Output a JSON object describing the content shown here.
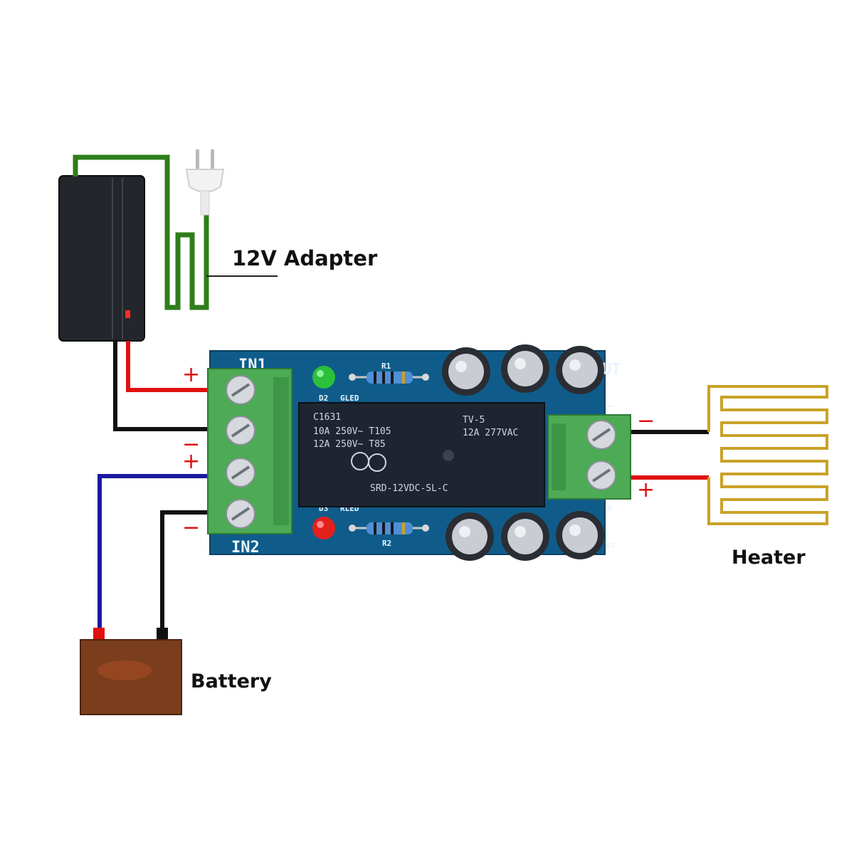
{
  "labels": {
    "adapter": "12V Adapter",
    "heater": "Heater",
    "battery": "Battery"
  },
  "signs": {
    "plus": "+",
    "minus": "−"
  },
  "board": {
    "in1": "IN1",
    "in2": "IN2",
    "out": "UT",
    "r1": "R1",
    "r2": "R2",
    "gled": "GLED",
    "rled": "RLED",
    "d2": "D2",
    "d3": "D3",
    "v2": "V2",
    "relay_lines": [
      "C1631",
      "10A 250V~ T105",
      "12A 250V~ T85",
      "SRD-12VDC-SL-C",
      "12A 277VAC",
      "TV-5"
    ]
  },
  "colors": {
    "wire_green": "#2e7d1a",
    "wire_red": "#e01010",
    "wire_black": "#111111",
    "wire_blue": "#1a1aa0",
    "pcb": "#0f5c8a",
    "terminal": "#4daa55",
    "relay": "#1f2530",
    "heater": "#c9a227",
    "battery": "#7a3e1c",
    "sign_red": "#e01010"
  }
}
